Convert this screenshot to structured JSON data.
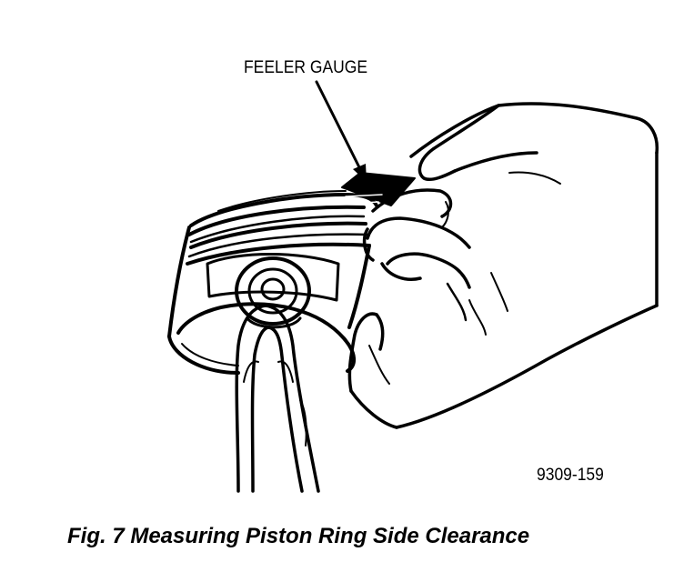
{
  "callout": {
    "label": "FEELER GAUGE"
  },
  "figure_number": "9309-159",
  "caption": "Fig. 7 Measuring Piston Ring Side Clearance",
  "icons": {
    "main_art": "piston-with-feeler-gauge-illustration"
  }
}
